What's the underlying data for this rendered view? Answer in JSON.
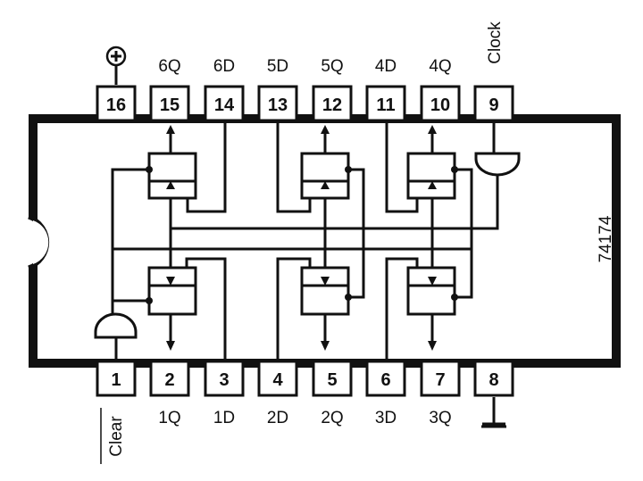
{
  "chip": {
    "part_number": "74174"
  },
  "top_pins": [
    {
      "number": "16",
      "label": ""
    },
    {
      "number": "15",
      "label": "6Q"
    },
    {
      "number": "14",
      "label": "6D"
    },
    {
      "number": "13",
      "label": "5D"
    },
    {
      "number": "12",
      "label": "5Q"
    },
    {
      "number": "11",
      "label": "4D"
    },
    {
      "number": "10",
      "label": "4Q"
    },
    {
      "number": "9",
      "label": "Clock"
    }
  ],
  "bottom_pins": [
    {
      "number": "1",
      "label": "Clear"
    },
    {
      "number": "2",
      "label": "1Q"
    },
    {
      "number": "3",
      "label": "1D"
    },
    {
      "number": "4",
      "label": "2D"
    },
    {
      "number": "5",
      "label": "2Q"
    },
    {
      "number": "6",
      "label": "3D"
    },
    {
      "number": "7",
      "label": "3Q"
    },
    {
      "number": "8",
      "label": ""
    }
  ],
  "symbols": {
    "vcc": "plus-circle-icon",
    "gnd": "ground-icon"
  }
}
